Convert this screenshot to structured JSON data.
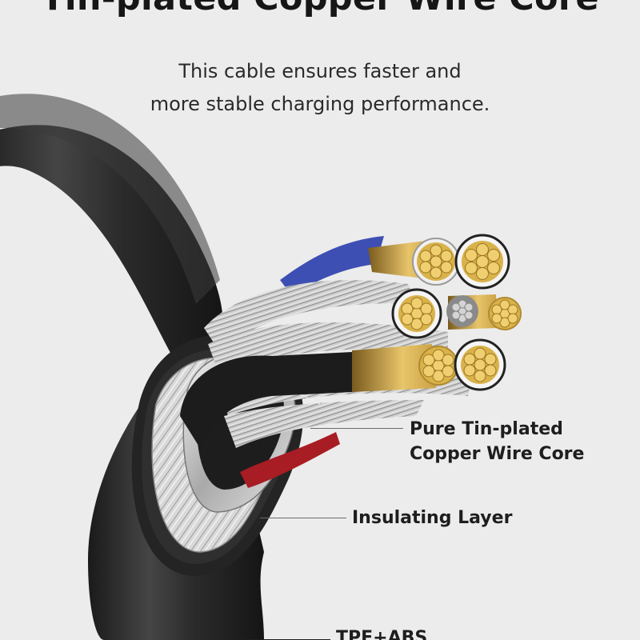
{
  "headline": "Tin-plated Copper Wire Core",
  "subtitle": {
    "line1": "This cable ensures faster and",
    "line2": "more stable charging performance."
  },
  "callouts": {
    "core": {
      "line1": "Pure Tin-plated",
      "line2": "Copper Wire Core"
    },
    "insulating": "Insulating Layer",
    "outer": "TPE+ABS"
  },
  "colors": {
    "background": "#ececec",
    "cable_jacket": "#2b2b2b",
    "copper": "#d9b24a",
    "tinned_copper": "#c9c9c9",
    "blue_sheath": "#3d4fb3",
    "red_sheath": "#a81c24"
  }
}
